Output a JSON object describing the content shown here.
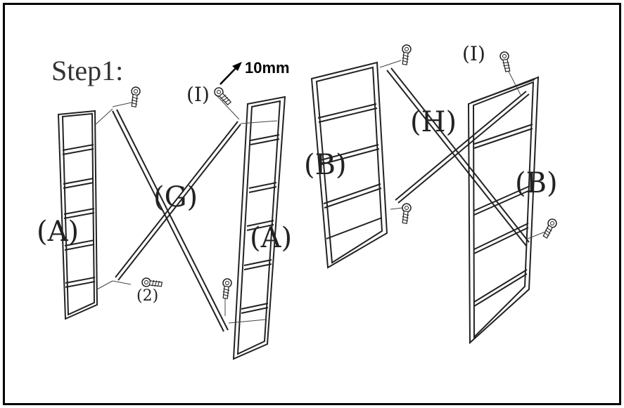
{
  "title": "Step1:",
  "dimension": "10mm",
  "labels": {
    "frame_a_left": "(A)",
    "frame_a_right": "(A)",
    "rod_g": "(G)",
    "frame_b_left": "(B)",
    "frame_b_right": "(B)",
    "rod_h": "(H)",
    "screw_i_left": "(I)",
    "screw_i_right": "(I)",
    "screw_qty": "(2)"
  }
}
